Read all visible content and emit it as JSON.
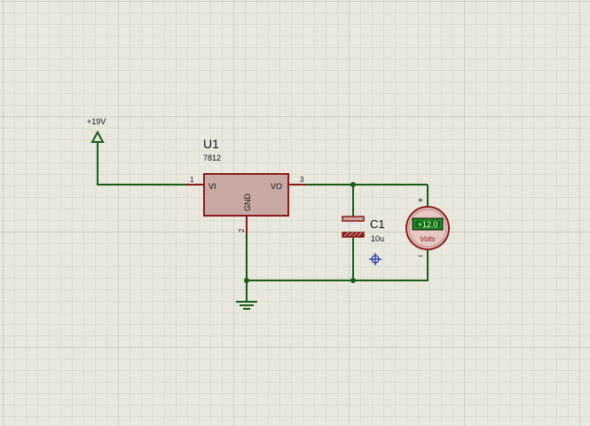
{
  "colors": {
    "background": "#e8e8df",
    "grid_minor": "#d2d2c6",
    "grid_major": "#b5b5a8",
    "wire": "#1a5c1a",
    "component_outline": "#8a1a1a",
    "component_fill": "#c9a9a4",
    "voltmeter_face": "#e7c7c2",
    "display_bg": "#0a6b0a",
    "display_text": "#ffffff",
    "cursor": "#1a2fa8"
  },
  "power_terminal": {
    "label": "+19V",
    "icon": "power-arrow-icon"
  },
  "regulator": {
    "reference": "U1",
    "part": "7812",
    "pin_in_name": "VI",
    "pin_out_name": "VO",
    "pin_gnd_name": "GND",
    "pin_in_number": "1",
    "pin_out_number": "3",
    "pin_gnd_number": "2"
  },
  "capacitor": {
    "reference": "C1",
    "value": "10u",
    "icon": "polarized-capacitor-icon"
  },
  "voltmeter": {
    "reading": "+12.0",
    "unit_label": "Volts",
    "plus_sign": "+",
    "minus_sign": "−",
    "icon": "dc-voltmeter-icon"
  },
  "ground": {
    "icon": "ground-icon"
  },
  "cursor": {
    "icon": "crosshair-cursor-icon"
  }
}
